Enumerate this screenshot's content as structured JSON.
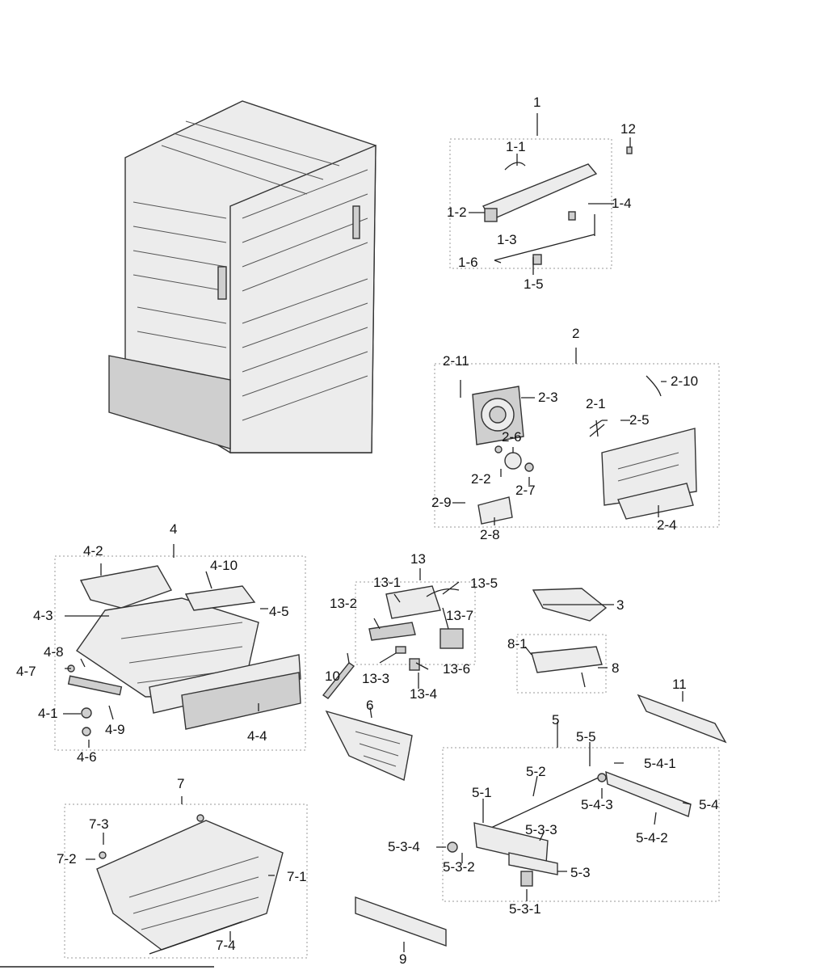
{
  "callouts": [
    "1",
    "1-1",
    "12",
    "1-2",
    "1-4",
    "1-3",
    "1-6",
    "1-5",
    "2",
    "2-11",
    "2-3",
    "2-10",
    "2-1",
    "2-5",
    "2-6",
    "2-2",
    "2-7",
    "2-9",
    "2-8",
    "2-4",
    "4",
    "4-2",
    "4-10",
    "4-3",
    "4-5",
    "4-8",
    "4-7",
    "4-1",
    "4-9",
    "4-6",
    "4-4",
    "13",
    "13-1",
    "13-5",
    "13-2",
    "13-7",
    "3",
    "8-1",
    "8",
    "10",
    "13-3",
    "13-6",
    "13-4",
    "11",
    "6",
    "5",
    "5-5",
    "5-4-1",
    "5-2",
    "5-1",
    "5-4-3",
    "5-4",
    "5-3-3",
    "5-4-2",
    "5-3-4",
    "5-3-2",
    "5-3",
    "5-3-1",
    "9",
    "7",
    "7-3",
    "7-2",
    "7-1",
    "7-4"
  ]
}
